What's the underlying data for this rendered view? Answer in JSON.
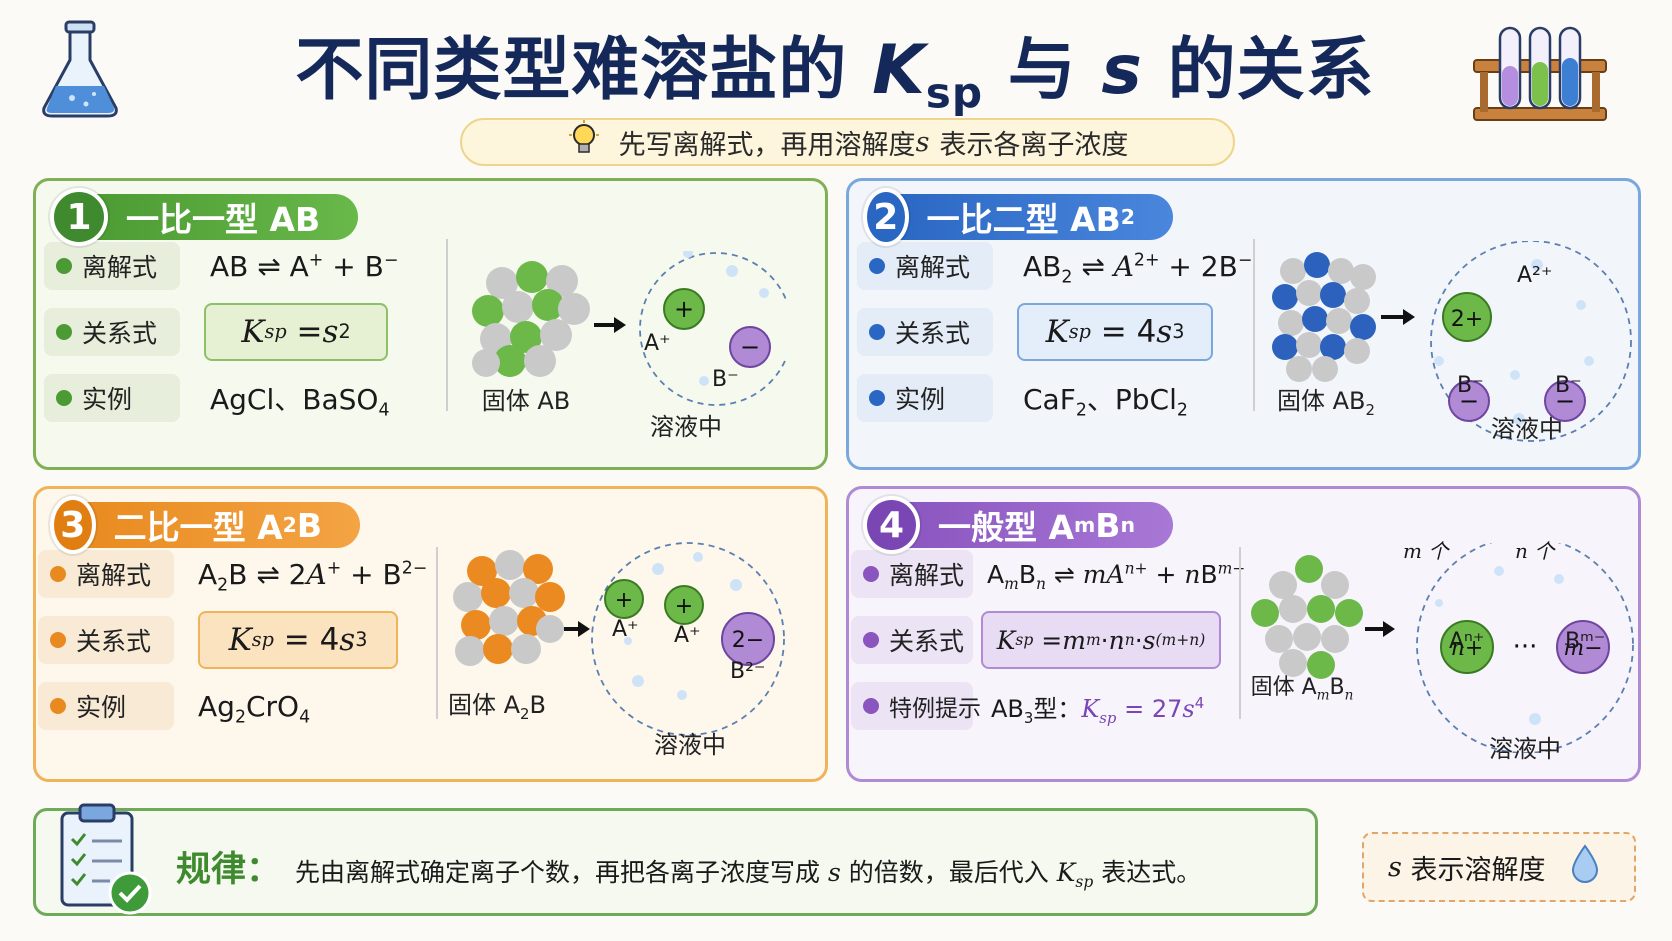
{
  "title": {
    "prefix": "不同类型难溶盐的 ",
    "k": "K",
    "sp": "sp",
    "mid": " 与 ",
    "s": "s",
    "suffix": " 的关系"
  },
  "tip": {
    "pre": "先写离解式，再用溶解度 ",
    "s": "s",
    "post": " 表示各离子浓度"
  },
  "labels": {
    "dissociation": "离解式",
    "relation": "关系式",
    "example": "实例",
    "special": "特例提示"
  },
  "solution_caption": "溶液中",
  "panels": [
    {
      "num": "1",
      "title": "一比一型 AB",
      "color": "#4c9a33",
      "solid_caption": "固体 AB",
      "example": "AgCl、BaSO₄"
    },
    {
      "num": "2",
      "title": "一比二型 AB₂",
      "color": "#2a67c3",
      "solid_caption": "固体 AB₂",
      "example": "CaF₂、PbCl₂"
    },
    {
      "num": "3",
      "title": "二比一型 A₂B",
      "color": "#e88a1f",
      "solid_caption": "固体 A₂B",
      "example": "Ag₂CrO₄"
    },
    {
      "num": "4",
      "title": "一般型 AmBn",
      "color": "#8a55bf",
      "solid_caption": "固体 AmBn",
      "example": ""
    }
  ],
  "ions": {
    "plus": "+",
    "minus": "−",
    "two_plus": "2+",
    "two_minus": "2−",
    "n_plus": "n+",
    "m_minus": "m−",
    "A_plus": "A⁺",
    "B_minus": "B⁻",
    "A_2plus": "A²⁺",
    "B_2minus": "B²⁻",
    "A_nplus": "Aⁿ⁺",
    "B_mminus": "Bᵐ⁻",
    "m_count": "m 个",
    "n_count": "n 个",
    "ellipsis": "···"
  },
  "rule": {
    "label": "规律：",
    "text": "先由离解式确定离子个数，再把各离子浓度写成 s 的倍数，最后代入 Ksp 表达式。"
  },
  "s_note": "s 表示溶解度",
  "colors": {
    "green": "#4c9a33",
    "blue": "#2a67c3",
    "orange": "#e88a1f",
    "purple": "#8a55bf",
    "title": "#14285a"
  }
}
